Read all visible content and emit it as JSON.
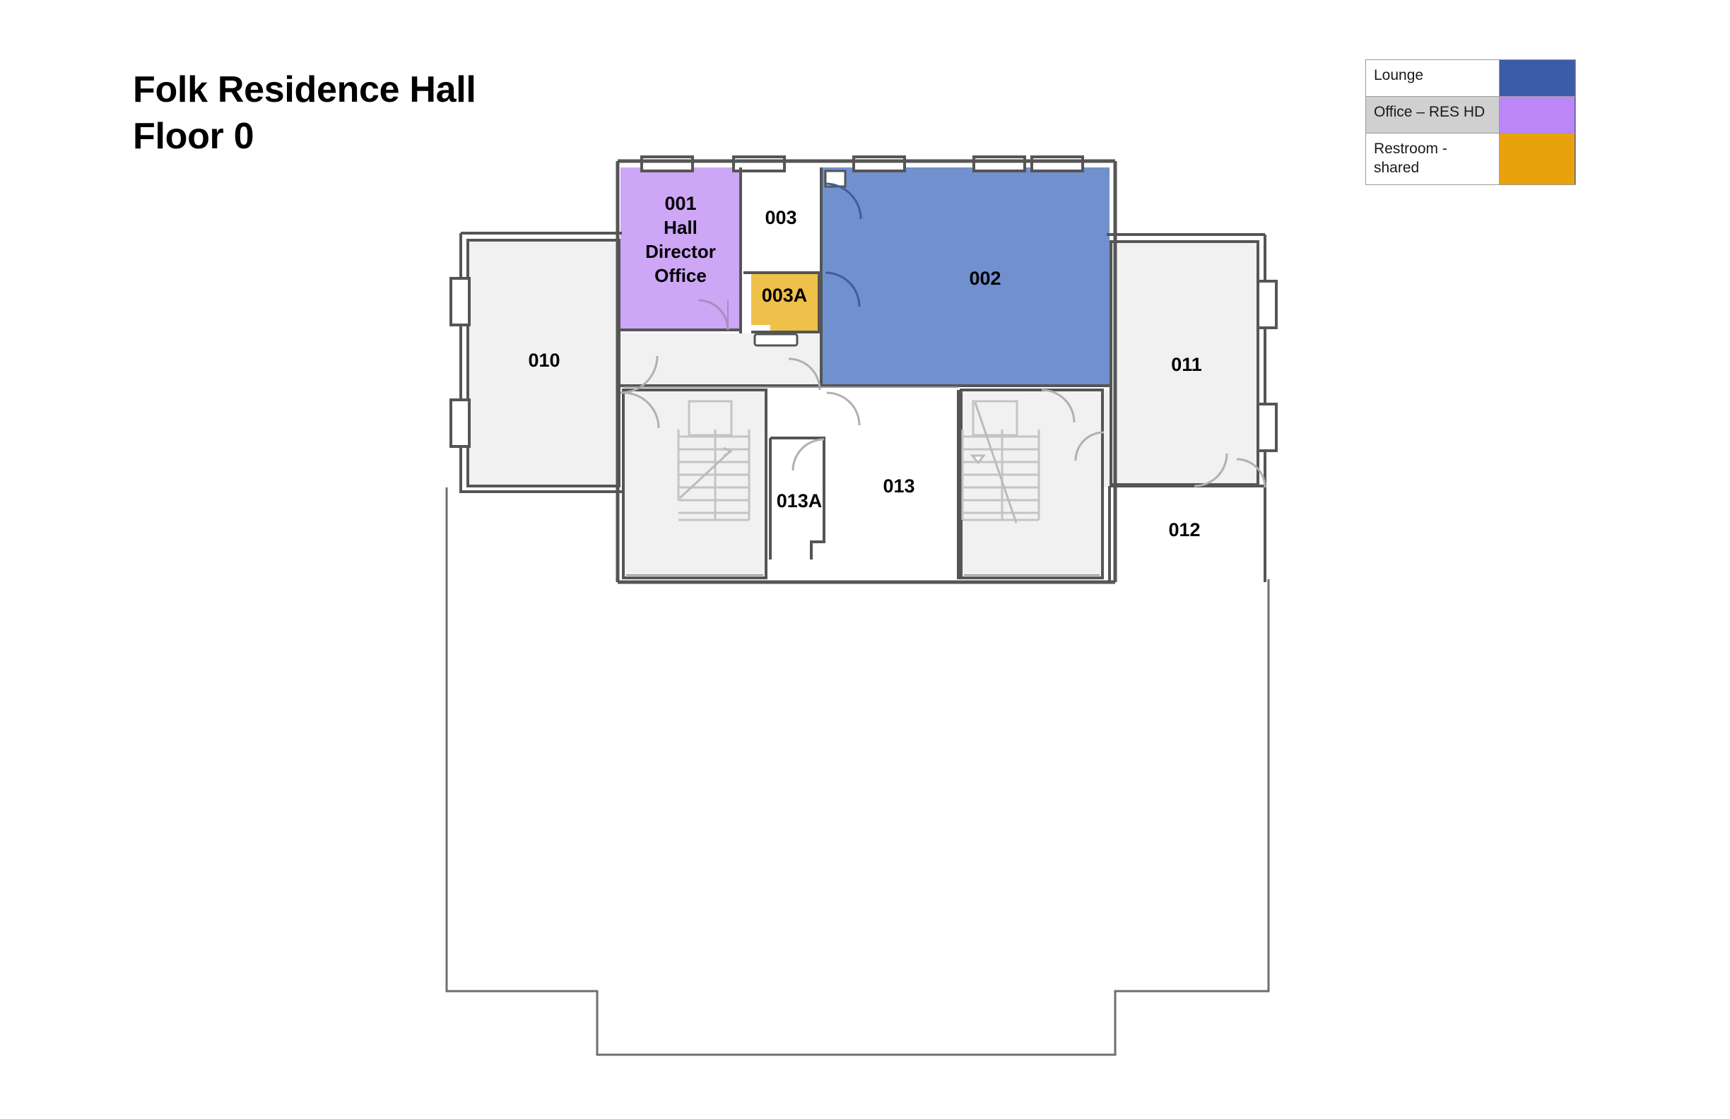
{
  "title": {
    "line1": "Folk Residence Hall",
    "line2": "Floor 0"
  },
  "legend": {
    "rows": [
      {
        "label": "Lounge",
        "color": "#3b5ca8"
      },
      {
        "label": "Office – RES HD",
        "color": "#bd86f7"
      },
      {
        "label": "Restroom - shared",
        "color": "#e8a30c"
      }
    ]
  },
  "floorplan": {
    "colors": {
      "wall": "#555555",
      "thin_wall": "#7d7d7d",
      "door_swing": "#b4b4b4",
      "room_default": "#f1f1f1",
      "room_white": "#ffffff",
      "lounge_fill": "#7190ce",
      "office_fill": "#cda6f5",
      "restroom_fill": "#efc14a",
      "footprint_outline": "#6e6e6e"
    },
    "rooms": [
      {
        "id": "001",
        "label": "001",
        "sublabel_lines": [
          "Hall",
          "Director",
          "Office"
        ],
        "type": "Office – RES HD",
        "fill": "#cda6f5"
      },
      {
        "id": "003",
        "label": "003",
        "sublabel_lines": [],
        "type": "",
        "fill": "#ffffff"
      },
      {
        "id": "003A",
        "label": "003A",
        "sublabel_lines": [],
        "type": "Restroom - shared",
        "fill": "#efc14a"
      },
      {
        "id": "002",
        "label": "002",
        "sublabel_lines": [],
        "type": "Lounge",
        "fill": "#7190ce"
      },
      {
        "id": "010",
        "label": "010",
        "sublabel_lines": [],
        "type": "",
        "fill": "#f1f1f1"
      },
      {
        "id": "011",
        "label": "011",
        "sublabel_lines": [],
        "type": "",
        "fill": "#f1f1f1"
      },
      {
        "id": "012",
        "label": "012",
        "sublabel_lines": [],
        "type": "",
        "fill": "#ffffff"
      },
      {
        "id": "013",
        "label": "013",
        "sublabel_lines": [],
        "type": "",
        "fill": "#ffffff"
      },
      {
        "id": "013A",
        "label": "013A",
        "sublabel_lines": [],
        "type": "",
        "fill": "#ffffff"
      }
    ]
  }
}
